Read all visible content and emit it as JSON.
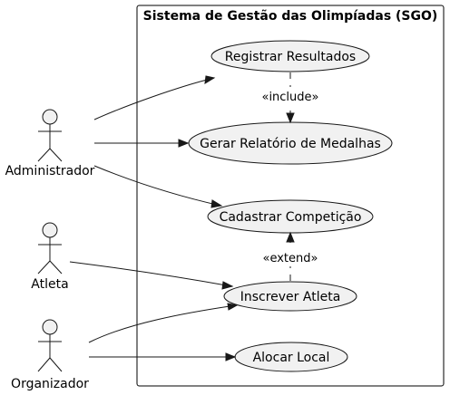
{
  "system": {
    "title": "Sistema de Gestão das Olimpíadas (SGO)"
  },
  "actors": {
    "administrador": "Administrador",
    "atleta": "Atleta",
    "organizador": "Organizador"
  },
  "use_cases": {
    "registrar_resultados": "Registrar Resultados",
    "gerar_relatorio": "Gerar Relatório de Medalhas",
    "cadastrar_competicao": "Cadastrar Competição",
    "inscrever_atleta": "Inscrever Atleta",
    "alocar_local": "Alocar Local"
  },
  "relations": {
    "include_label": "«include»",
    "extend_label": "«extend»"
  },
  "colors": {
    "node_fill": "#f1f1f1",
    "stroke": "#181818",
    "background": "#ffffff"
  }
}
